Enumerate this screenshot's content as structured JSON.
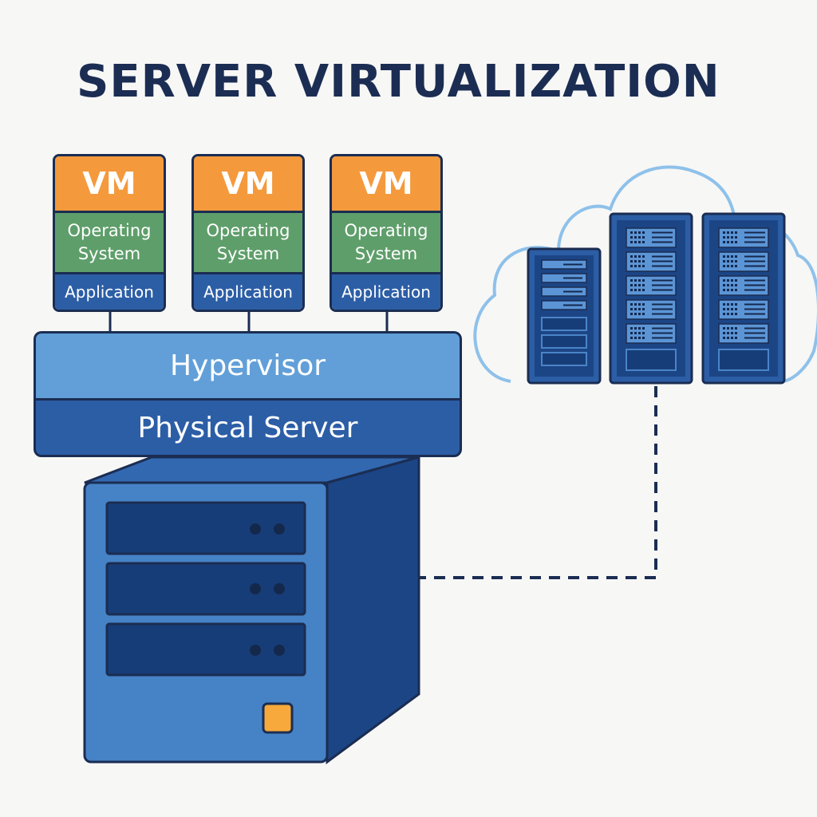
{
  "title": "SERVER VIRTUALIZATION",
  "vms": [
    {
      "label": "VM",
      "os": "Operating System",
      "app": "Application"
    },
    {
      "label": "VM",
      "os": "Operating System",
      "app": "Application"
    },
    {
      "label": "VM",
      "os": "Operating System",
      "app": "Application"
    }
  ],
  "layers": {
    "hypervisor": "Hypervisor",
    "physical_server": "Physical Server"
  },
  "icons": {
    "physical_server": "server-tower-icon",
    "cloud": "cloud-icon",
    "racks": [
      "server-rack-icon",
      "server-rack-icon",
      "server-rack-icon"
    ]
  },
  "colors": {
    "navy": "#1b2d52",
    "vm_orange": "#f49a3d",
    "os_green": "#5e9e6a",
    "app_blue": "#2c5ea6",
    "hypervisor_blue": "#629fd8",
    "cloud_outline": "#8ec1ea",
    "power_button": "#f7a93b"
  }
}
